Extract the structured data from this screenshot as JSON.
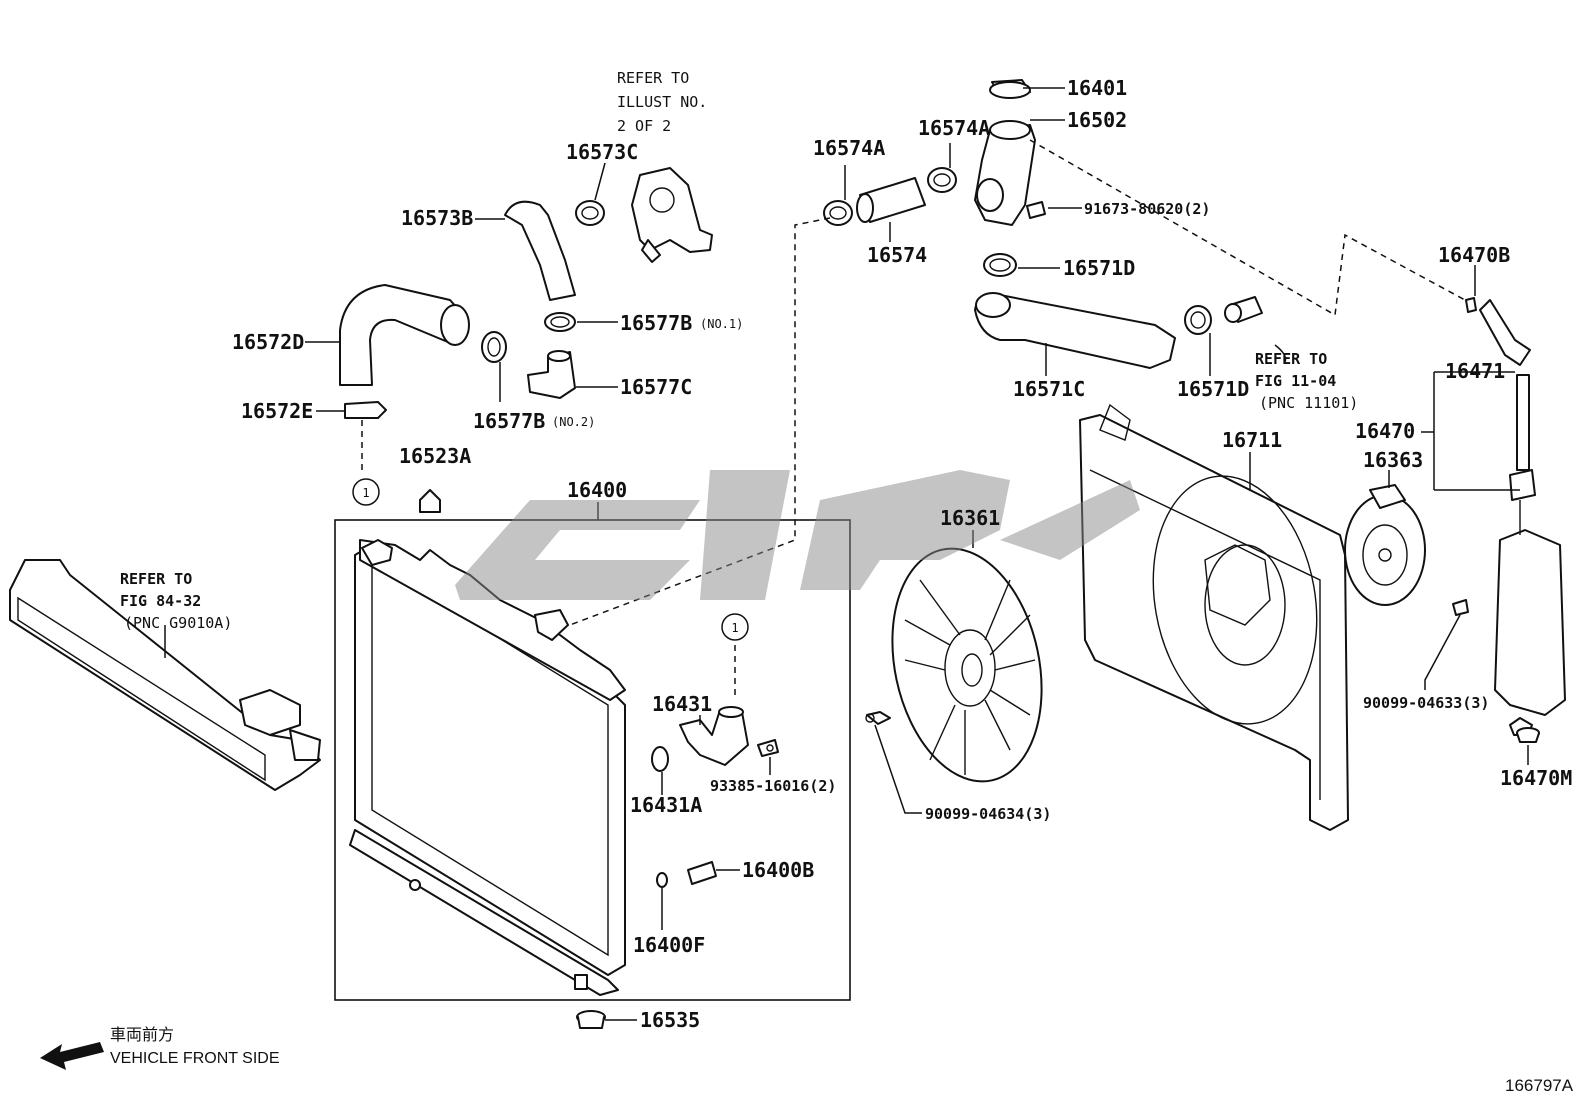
{
  "diagram_id": "166797A",
  "front_label": {
    "jp": "車両前方",
    "en": "VEHICLE FRONT SIDE"
  },
  "circle_marker": "1",
  "notes": {
    "illust_ref": [
      "REFER TO",
      "ILLUST NO.",
      "2 OF 2"
    ],
    "fig_84_32": [
      "REFER TO",
      "FIG 84-32",
      "(PNC G9010A)"
    ],
    "fig_11_04": [
      "REFER TO",
      "FIG 11-04",
      "(PNC 11101)"
    ]
  },
  "labels": {
    "p16401": "16401",
    "p16502": "16502",
    "p16574A_a": "16574A",
    "p16574A_b": "16574A",
    "p16573C": "16573C",
    "p16573B": "16573B",
    "p16574": "16574",
    "p91673": "91673-80620(2)",
    "p16571D_a": "16571D",
    "p16571D_b": "16571D",
    "p16571C": "16571C",
    "p16572D": "16572D",
    "p16577B_a": "16577B",
    "p16577B_b": "16577B",
    "no1": "(NO.1)",
    "no2": "(NO.2)",
    "p16577C": "16577C",
    "p16572E": "16572E",
    "p16523A": "16523A",
    "p16400": "16400",
    "p16470B": "16470B",
    "p16471": "16471",
    "p16470": "16470",
    "p16711": "16711",
    "p16363": "16363",
    "p16361": "16361",
    "p16431": "16431",
    "p16431A": "16431A",
    "p93385": "93385-16016(2)",
    "p16400B": "16400B",
    "p16400F": "16400F",
    "p16535": "16535",
    "p90099_04634": "90099-04634(3)",
    "p90099_04633": "90099-04633(3)",
    "p16470M": "16470M"
  },
  "colors": {
    "line": "#111111",
    "background": "#ffffff",
    "watermark": "#8a8a8a"
  },
  "icons": [
    "arrow-left-icon",
    "circled-one-icon"
  ]
}
